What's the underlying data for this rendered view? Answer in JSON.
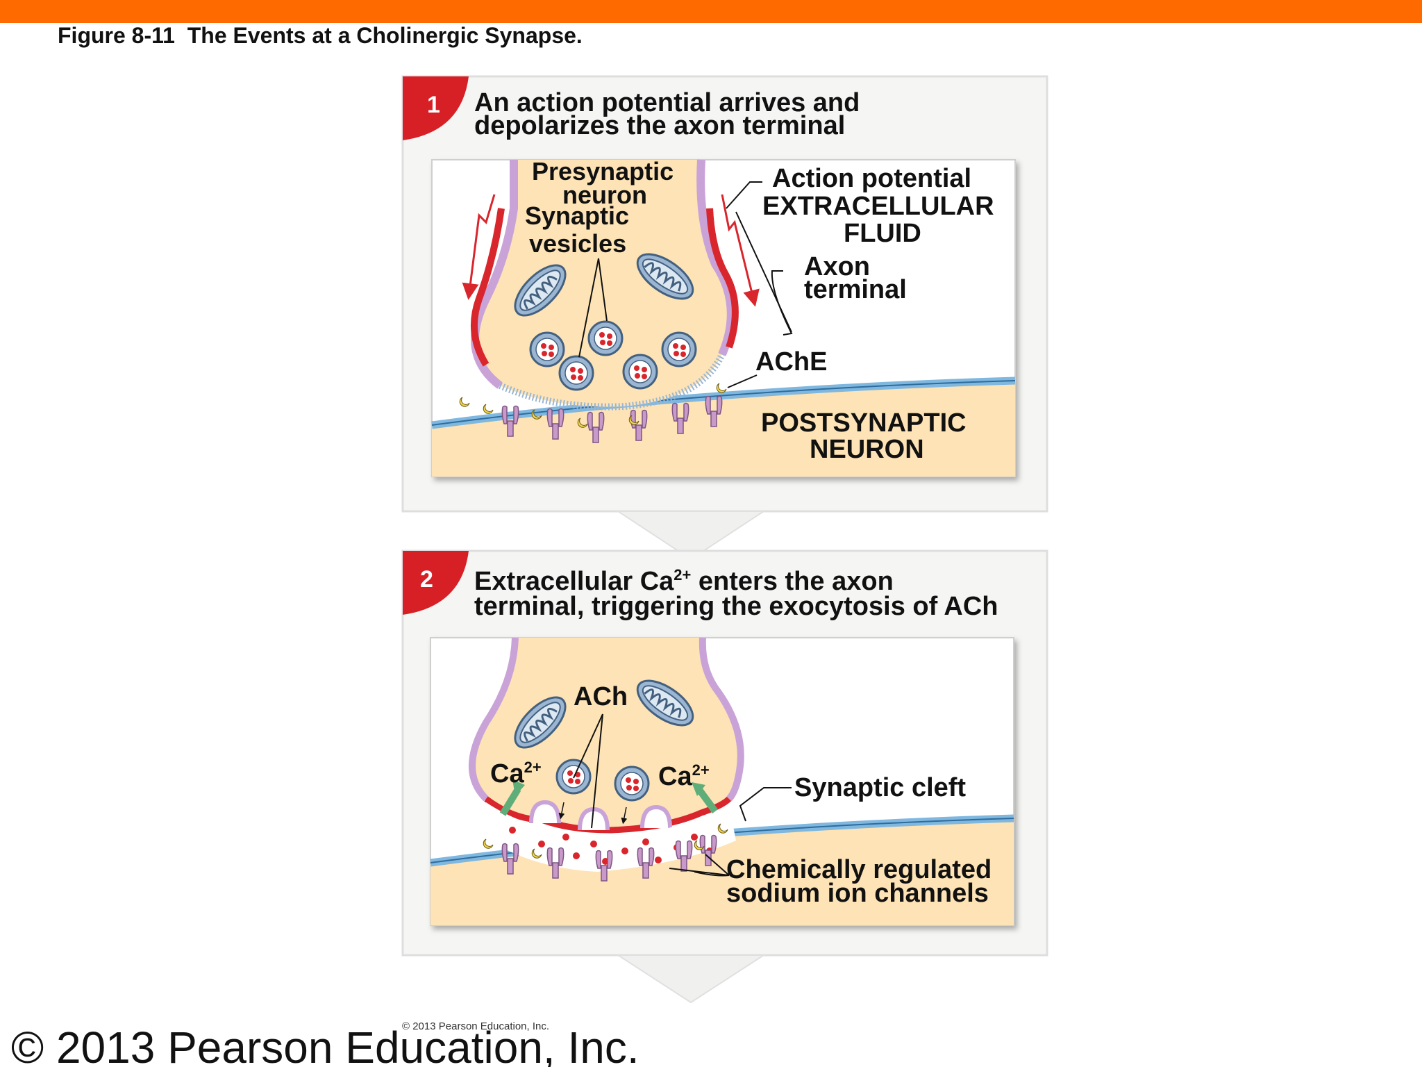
{
  "figure": {
    "title": "Figure 8-11  The Events at a Cholinergic Synapse."
  },
  "steps": [
    {
      "number": "1",
      "caption_line1": "An action potential arrives and",
      "caption_line2": "depolarizes the axon terminal",
      "labels": {
        "presynaptic_1": "Presynaptic",
        "presynaptic_2": "neuron",
        "synaptic_vesicles_1": "Synaptic",
        "synaptic_vesicles_2": "vesicles",
        "action_potential": "Action potential",
        "extracellular_1": "EXTRACELLULAR",
        "extracellular_2": "FLUID",
        "axon_terminal_1": "Axon",
        "axon_terminal_2": "terminal",
        "ache": "AChE",
        "postsynaptic_1": "POSTSYNAPTIC",
        "postsynaptic_2": "NEURON"
      }
    },
    {
      "number": "2",
      "caption_line1_pre": "Extracellular Ca",
      "caption_line1_sup": "2+",
      "caption_line1_post": " enters the axon",
      "caption_line2": "terminal, triggering the exocytosis of ACh",
      "labels": {
        "ach": "ACh",
        "ca_left": "Ca",
        "ca_left_sup": "2+",
        "ca_right": "Ca",
        "ca_right_sup": "2+",
        "synaptic_cleft": "Synaptic cleft",
        "channels_1": "Chemically regulated",
        "channels_2": "sodium ion channels"
      }
    }
  ],
  "footer": {
    "small_copyright": "© 2013 Pearson Education, Inc.",
    "large_copyright": "© 2013 Pearson Education, Inc."
  },
  "colors": {
    "accent_bar": "#ff6a00",
    "step_badge": "#d71f26",
    "cytoplasm": "#fde3b5",
    "membrane_purple": "#c9a3d8",
    "membrane_red": "#d8262c",
    "postsynaptic_membrane": "#7fb7df",
    "mitochondria": "#9ab6d3",
    "receptor": "#c99ac9",
    "ca_arrow": "#5fae7a"
  }
}
